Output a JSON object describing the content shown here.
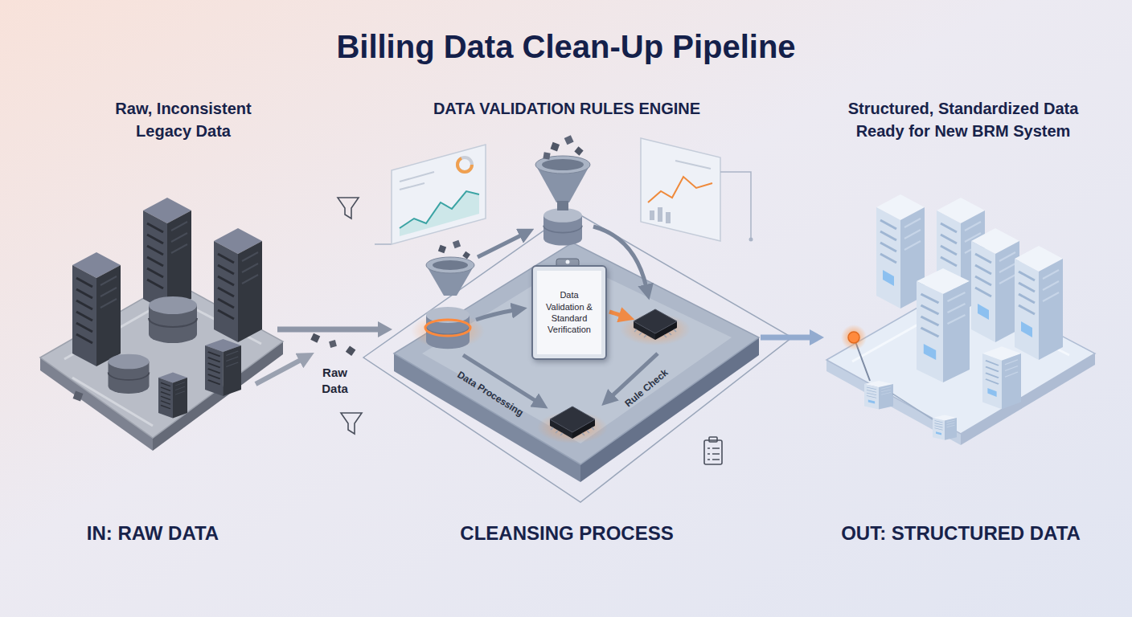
{
  "diagram": {
    "title": "Billing Data Clean-Up Pipeline",
    "nodes": [
      {
        "text": [
          "Raw, Inconsistent Legacy Data",
          "IN: RAW DATA"
        ]
      },
      {
        "text": [
          "DATA VALIDATION RULES ENGINE",
          "CLEANSING PROCESS"
        ]
      },
      {
        "text": [
          "Data Validation & Standard Verification"
        ],
        "in": 1
      },
      {
        "text": [
          "Structured, Standardized Data Ready for New BRM System",
          "OUT: STRUCTURED DATA"
        ]
      }
    ],
    "edges": [
      {
        "from": 0,
        "to": 1,
        "arrow": "to",
        "label": "Raw Data"
      },
      {
        "from": 1,
        "to": 3,
        "arrow": "to"
      }
    ],
    "labels": [
      "Data Processing",
      "Rule Check"
    ]
  }
}
